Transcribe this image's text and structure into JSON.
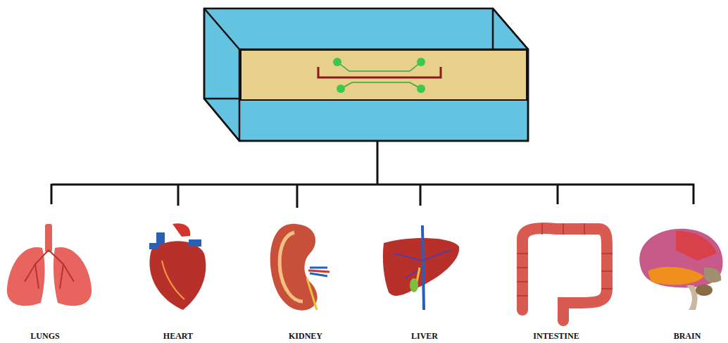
{
  "diagram": {
    "labels": [
      "LUNGS",
      "HEART",
      "KIDNEY",
      "LIVER",
      "INTESTINE",
      "BRAIN"
    ]
  }
}
